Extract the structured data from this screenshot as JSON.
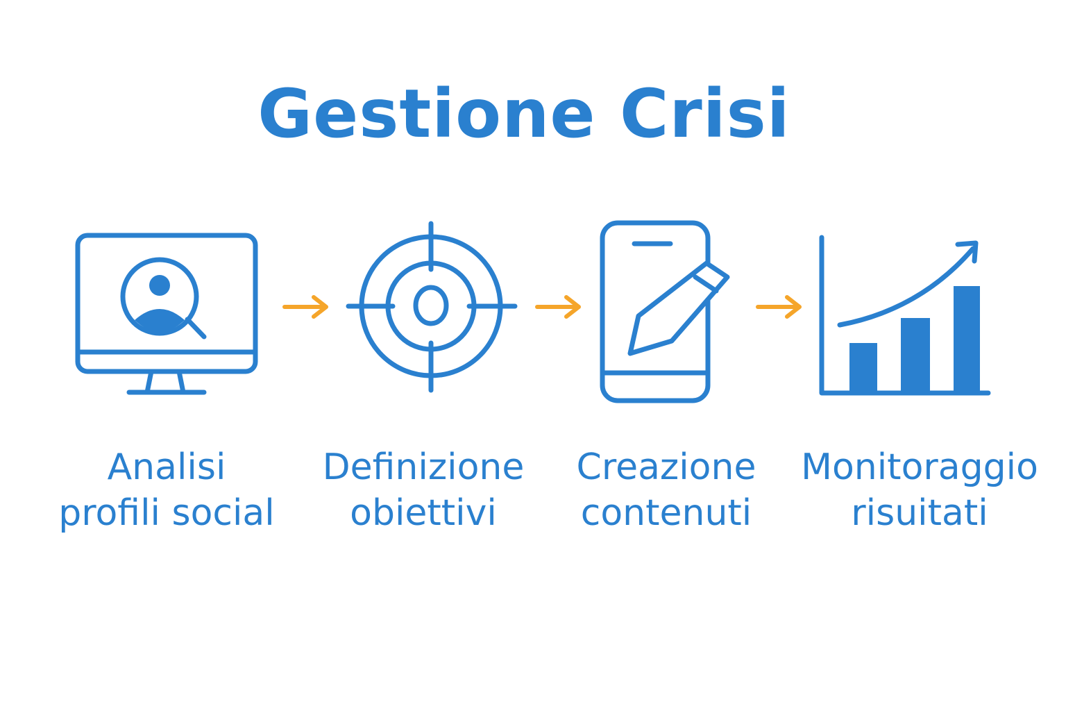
{
  "title": "Gestione Crisi",
  "colors": {
    "primary": "#2a80cf",
    "arrow": "#f5a52a",
    "background": "#ffffff"
  },
  "steps": [
    {
      "icon": "monitor-user-search-icon",
      "label_line1": "Analisi",
      "label_line2": "profili social"
    },
    {
      "icon": "target-crosshair-icon",
      "label_line1": "Definizione",
      "label_line2": "obiettivi"
    },
    {
      "icon": "smartphone-pencil-icon",
      "label_line1": "Creazione",
      "label_line2": "contenuti"
    },
    {
      "icon": "bar-chart-growth-icon",
      "label_line1": "Monitoraggio",
      "label_line2": "risuitati"
    }
  ],
  "connectors": [
    "arrow-right-icon",
    "arrow-right-icon",
    "arrow-right-icon"
  ]
}
